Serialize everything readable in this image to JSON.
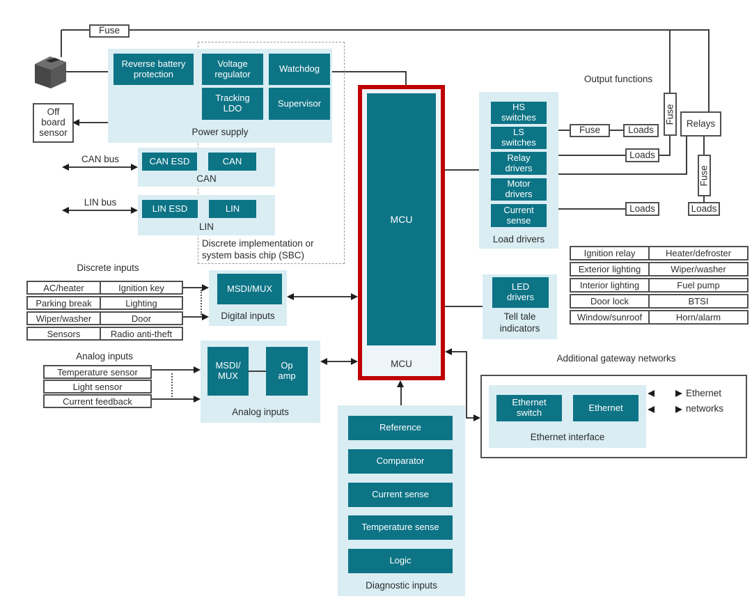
{
  "top_fuse": "Fuse",
  "off_board_sensor": "Off\nboard\nsensor",
  "power_supply": {
    "label": "Power supply",
    "reverse": "Reverse battery\nprotection",
    "vreg": "Voltage\nregulator",
    "watchdog": "Watchdog",
    "ldo": "Tracking\nLDO",
    "supervisor": "Supervisor"
  },
  "can": {
    "bus": "CAN bus",
    "esd": "CAN ESD",
    "phy": "CAN",
    "label": "CAN"
  },
  "lin": {
    "bus": "LIN bus",
    "esd": "LIN ESD",
    "phy": "LIN",
    "label": "LIN"
  },
  "sbc_note": "Discrete implementation or\nsystem basis chip (SBC)",
  "mcu": {
    "core": "MCU",
    "label": "MCU"
  },
  "discrete_inputs": {
    "title": "Discrete inputs",
    "rows": [
      [
        "AC/heater",
        "Ignition key"
      ],
      [
        "Parking break",
        "Lighting"
      ],
      [
        "Wiper/washer",
        "Door"
      ],
      [
        "Sensors",
        "Radio anti-theft"
      ]
    ]
  },
  "digital_inputs": {
    "block": "MSDI/MUX",
    "label": "Digital inputs"
  },
  "analog_inputs": {
    "title": "Analog inputs",
    "sources": [
      "Temperature sensor",
      "Light sensor",
      "Current feedback"
    ],
    "msdi": "MSDI/\nMUX",
    "opamp": "Op\namp",
    "label": "Analog inputs"
  },
  "diagnostic_inputs": {
    "label": "Diagnostic inputs",
    "blocks": [
      "Reference",
      "Comparator",
      "Current sense",
      "Temperature sense",
      "Logic"
    ]
  },
  "load_drivers": {
    "label": "Load drivers",
    "blocks": [
      "HS\nswitches",
      "LS\nswitches",
      "Relay\ndrivers",
      "Motor\ndrivers",
      "Current\nsense"
    ]
  },
  "led_drivers": {
    "block": "LED\ndrivers",
    "label": "Tell tale\nindicators"
  },
  "output_functions": {
    "title": "Output functions",
    "fuse_h": "Fuse",
    "fuse_v1": "Fuse",
    "fuse_v2": "Fuse",
    "relays": "Relays",
    "loads": [
      "Loads",
      "Loads",
      "Loads",
      "Loads"
    ]
  },
  "output_table": {
    "rows": [
      [
        "Ignition relay",
        "Heater/defroster"
      ],
      [
        "Exterior lighting",
        "Wiper/washer"
      ],
      [
        "Interior lighting",
        "Fuel pump"
      ],
      [
        "Door lock",
        "BTSI"
      ],
      [
        "Window/sunroof",
        "Horn/alarm"
      ]
    ]
  },
  "gateway": {
    "title": "Additional gateway networks",
    "switch": "Ethernet\nswitch",
    "phy": "Ethernet",
    "label": "Ethernet interface",
    "networks": "Ethernet\nnetworks"
  },
  "colors": {
    "teal": "#0d7486",
    "container": "#d9edf3",
    "mcu_border": "#c00000",
    "line": "#3d3d3d"
  }
}
